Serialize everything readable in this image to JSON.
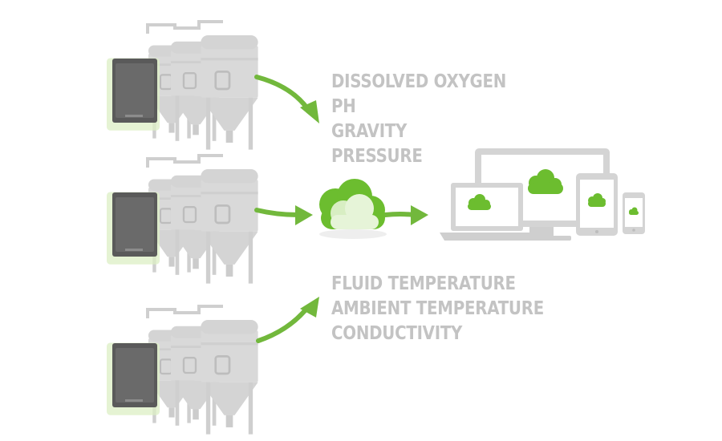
{
  "measurements_top": [
    "DISSOLVED OXYGEN",
    "PH",
    "GRAVITY",
    "PRESSURE"
  ],
  "measurements_bottom": [
    "FLUID TEMPERATURE",
    "AMBIENT TEMPERATURE",
    "CONDUCTIVITY"
  ],
  "colors": {
    "tank": "#d9d9d9",
    "tank_dark": "#c4c4c4",
    "sensor_box": "#5a5a5a",
    "sensor_glow": "#dcefc4",
    "arrow_green": "#72b83c",
    "cloud_green": "#6cbd2f",
    "device_frame": "#d4d4d4",
    "label_gray": "#c3c3c3"
  },
  "icons": [
    "fermentation-tank-icon",
    "sensor-device-icon",
    "cloud-icon",
    "laptop-icon",
    "monitor-icon",
    "tablet-icon",
    "phone-icon"
  ]
}
